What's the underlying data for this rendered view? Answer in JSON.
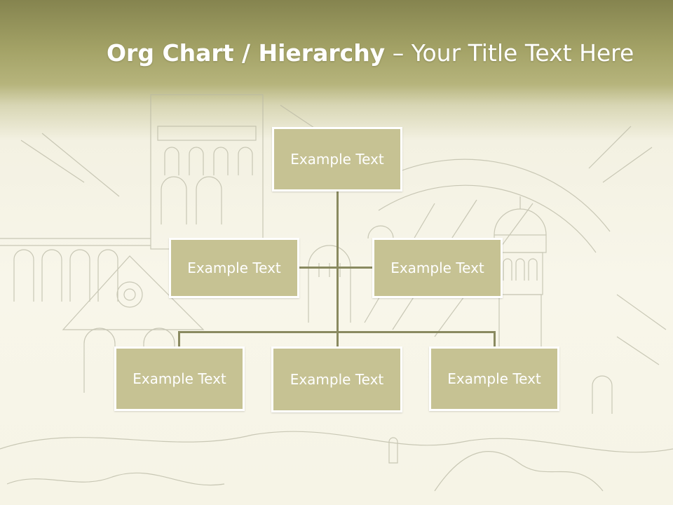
{
  "title": {
    "bold_part": "Org Chart / Hierarchy",
    "separator": " – ",
    "normal_part": "Your Title Text Here"
  },
  "org_chart": {
    "root": {
      "label": "Example Text"
    },
    "assistants": [
      {
        "label": "Example Text"
      },
      {
        "label": "Example Text"
      }
    ],
    "children": [
      {
        "label": "Example Text"
      },
      {
        "label": "Example Text"
      },
      {
        "label": "Example Text"
      }
    ]
  },
  "colors": {
    "header_band": "#a3a266",
    "box_fill": "#c6c293",
    "box_border": "#ffffff",
    "connector": "#8a8a60",
    "background": "#f7f5e8"
  }
}
